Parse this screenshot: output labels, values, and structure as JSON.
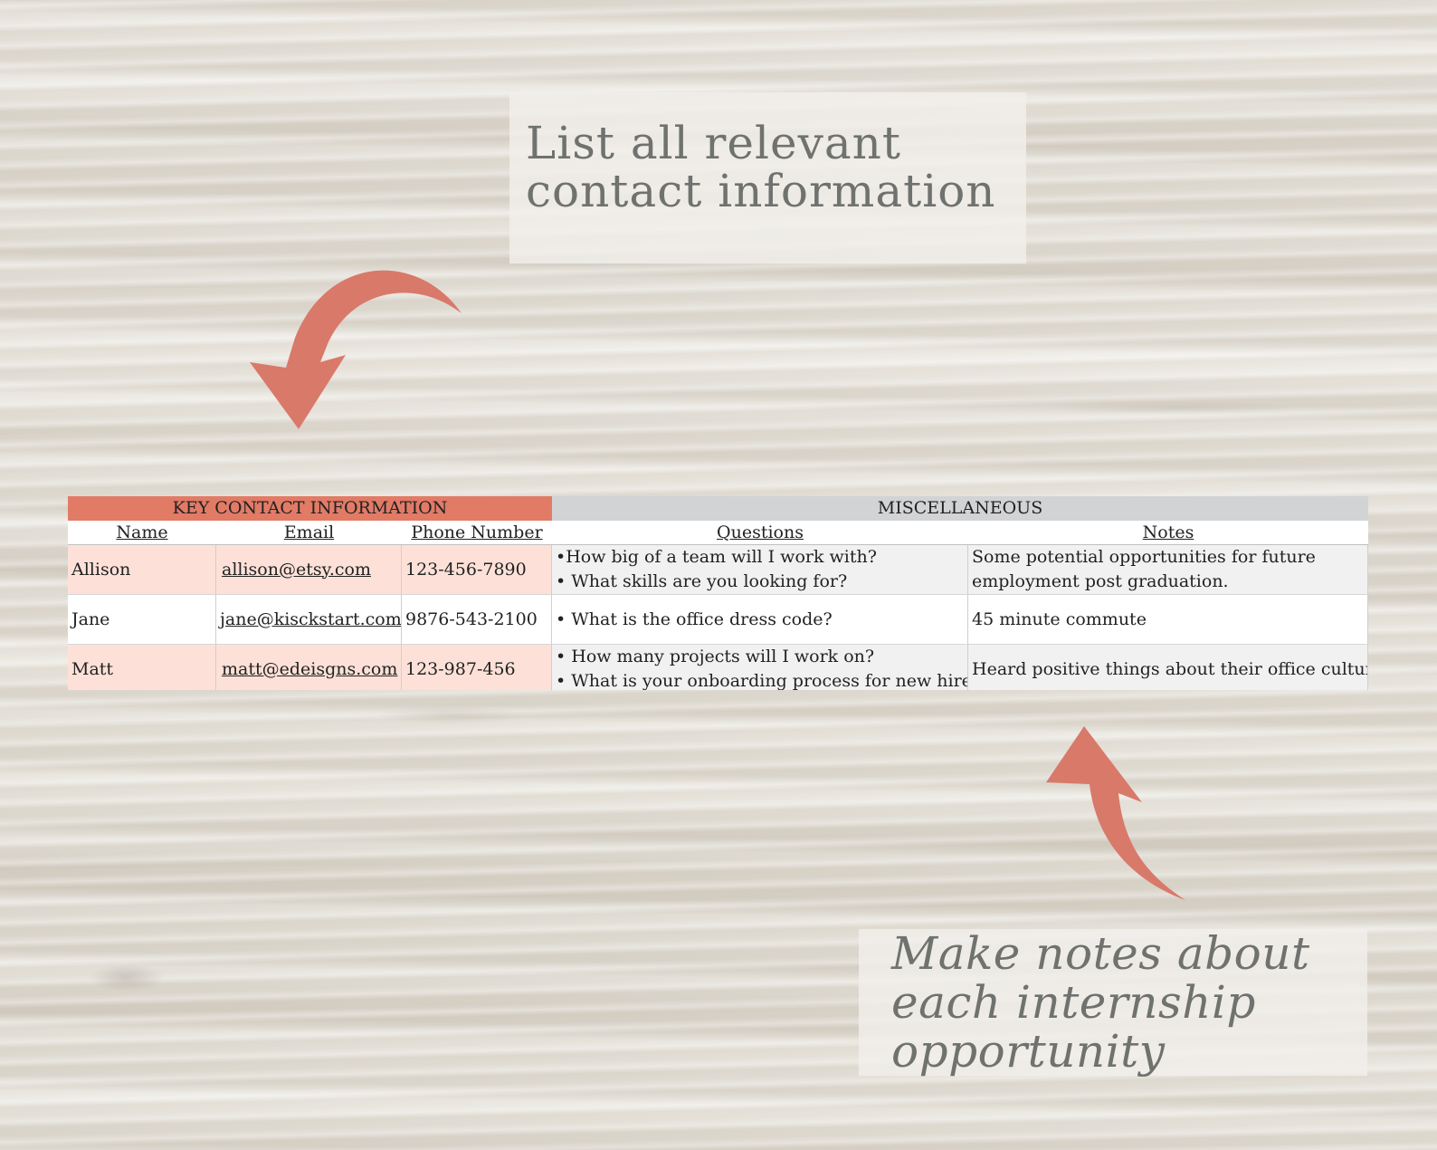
{
  "callouts": {
    "top_lines": [
      "List all relevant",
      "contact information"
    ],
    "bottom_lines": [
      "Make notes about",
      "each internship",
      "opportunity"
    ]
  },
  "table": {
    "groups": {
      "key_contact": "KEY CONTACT INFORMATION",
      "misc": "MISCELLANEOUS"
    },
    "headers": {
      "name": "Name",
      "email": "Email",
      "phone": "Phone Number",
      "questions": "Questions",
      "notes": "Notes"
    },
    "rows": [
      {
        "name": "Allison",
        "email": "allison@etsy.com",
        "phone": "123-456-7890",
        "questions": [
          "•How big of a team will I work with?",
          "• What skills are you looking for?"
        ],
        "notes": [
          "Some potential opportunities for future",
          "employment post graduation."
        ]
      },
      {
        "name": "Jane",
        "email": "jane@kisckstart.com",
        "phone": "9876-543-2100",
        "questions": [
          "• What is the office dress code?"
        ],
        "notes": [
          "45 minute commute"
        ]
      },
      {
        "name": "Matt",
        "email": "matt@edeisgns.com",
        "phone": "123-987-456",
        "questions": [
          "• How many projects will I work on?",
          "• What is your onboarding process for new hires?"
        ],
        "notes": [
          "Heard positive things about their office culture."
        ]
      }
    ]
  },
  "colors": {
    "accent": "#e27b66",
    "arrow": "#d9796a",
    "misc_header": "#d2d3d5",
    "row_highlight": "#fde1d8",
    "callout_text": "#6f726f"
  }
}
